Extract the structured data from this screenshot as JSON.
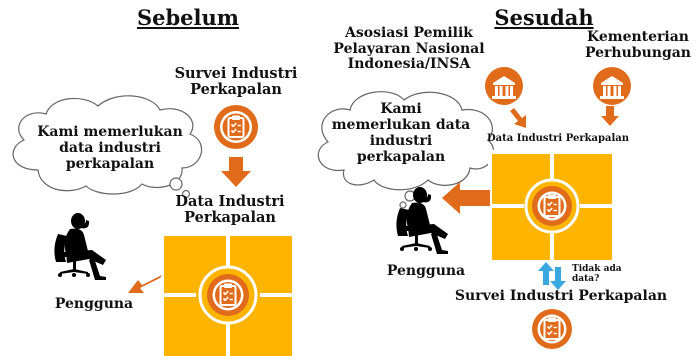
{
  "before": {
    "title": "Sebelum",
    "cloud_text_lines": [
      "Kami memerlukan",
      "data industri",
      "perkapalan"
    ],
    "survey_label_lines": [
      "Survei Industri",
      "Perkapalan"
    ],
    "data_label_lines": [
      "Data Industri",
      "Perkapalan"
    ],
    "user_label": "Pengguna"
  },
  "after": {
    "title": "Sesudah",
    "insa_label_lines": [
      "Asosiasi Pemilik",
      "Pelayaran Nasional",
      "Indonesia/INSA"
    ],
    "ministry_label_lines": [
      "Kementerian",
      "Perhubungan"
    ],
    "cloud_text_lines": [
      "Kami",
      "memerlukan data",
      "industri",
      "perkapalan"
    ],
    "data_label": "Data Industri Perkapalan",
    "user_label": "Pengguna",
    "question_lines": [
      "Tidak ada",
      "data?"
    ],
    "survey_label": "Survei Industri Perkapalan"
  },
  "colors": {
    "orange": "#E06C1B",
    "puzzle_yellow": "#FFB400",
    "puzzle_border": "#F0A000",
    "question_arrow_blue": "#39A8E0"
  },
  "icons": [
    "clipboard-icon",
    "institution-icon",
    "person-in-chair-icon"
  ]
}
